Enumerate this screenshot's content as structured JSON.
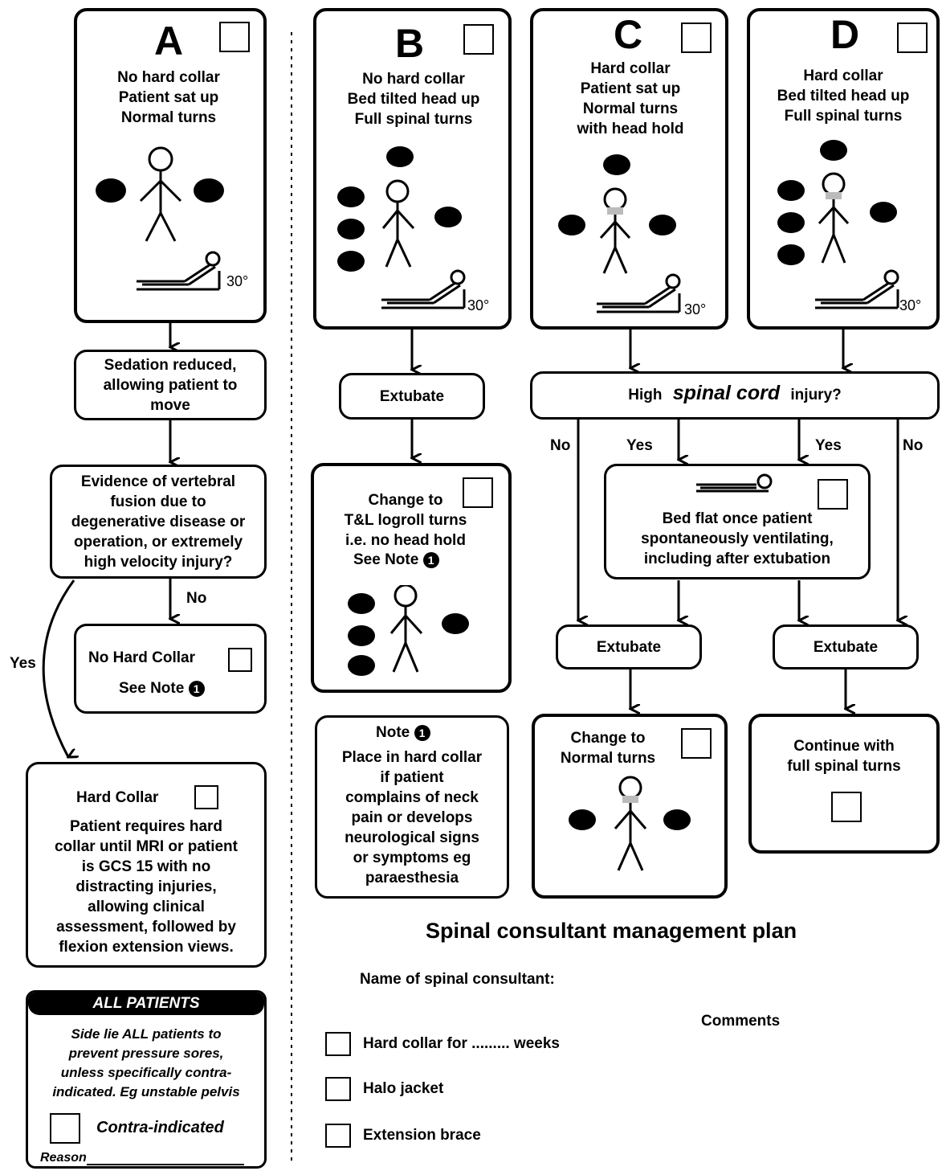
{
  "columns": {
    "a": {
      "letter": "A",
      "desc": "No hard collar\nPatient sat up\nNormal turns",
      "angle": "30°"
    },
    "b": {
      "letter": "B",
      "desc": "No hard collar\nBed tilted head up\nFull spinal turns",
      "angle": "30°"
    },
    "c": {
      "letter": "C",
      "desc": "Hard collar\nPatient sat up\nNormal turns\nwith head hold",
      "angle": "30°"
    },
    "d": {
      "letter": "D",
      "desc": "Hard collar\nBed tilted head up\nFull spinal turns",
      "angle": "30°"
    }
  },
  "flow_a": {
    "sedation": "Sedation reduced,\nallowing patient to\nmove",
    "evidence": "Evidence of vertebral\nfusion due to\ndegenerative disease or\noperation, or extremely\nhigh velocity injury?",
    "no_label": "No",
    "yes_label": "Yes",
    "no_collar_title": "No Hard Collar",
    "see_note": "See Note",
    "hard_collar_title": "Hard Collar",
    "hard_collar_text": "Patient requires hard\ncollar until MRI or patient\nis GCS 15 with no\ndistracting injuries,\nallowing clinical\nassessment, followed by\nflexion extension views."
  },
  "all_patients": {
    "header": "ALL PATIENTS",
    "text": "Side lie ALL patients to\nprevent pressure sores,\nunless specifically contra-\nindicated. Eg unstable pelvis",
    "contra": "Contra-indicated",
    "reason": "Reason"
  },
  "flow_b": {
    "extubate": "Extubate",
    "change_text": "Change to\nT&L logroll turns\ni.e. no head hold",
    "see_note": "See Note",
    "note_title": "Note",
    "note_text": "Place in hard collar\nif patient\ncomplains of neck\npain or develops\nneurological signs\nor symptoms eg\nparaesthesia"
  },
  "flow_cd": {
    "question_pre": "High",
    "question_em": "spinal cord",
    "question_post": "injury?",
    "no_label": "No",
    "yes_label": "Yes",
    "bed_flat": "Bed flat once patient\nspontaneously ventilating,\nincluding after extubation",
    "extubate": "Extubate",
    "change_normal": "Change to\nNormal turns",
    "continue_full": "Continue with\nfull spinal turns"
  },
  "note_number": "1",
  "consultant": {
    "title": "Spinal consultant management plan",
    "name_label": "Name of spinal consultant:",
    "comments_label": "Comments",
    "options": [
      "Hard collar for ......... weeks",
      "Halo jacket",
      "Extension brace"
    ]
  }
}
